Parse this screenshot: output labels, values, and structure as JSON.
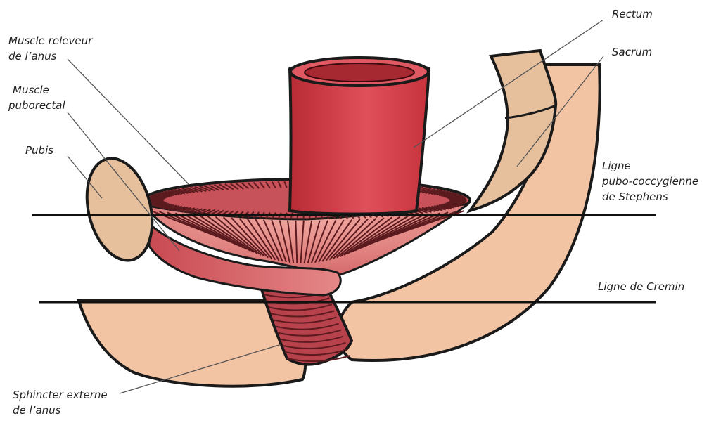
{
  "labels": {
    "rectum": "Rectum",
    "sacrum": "Sacrum",
    "releveur_l1": "Muscle releveur",
    "releveur_l2": "de l’anus",
    "puborectal_l1": "Muscle",
    "puborectal_l2": "puborectal",
    "pubis": "Pubis",
    "stephens_l1": "Ligne",
    "stephens_l2": "pubo-coccygienne",
    "stephens_l3": "de Stephens",
    "cremin": "Ligne de Cremin",
    "sphincter_l1": "Sphincter externe",
    "sphincter_l2": "de l’anus"
  },
  "colors": {
    "skin": "#f3c4a4",
    "bone": "#e6bf9c",
    "rectum": "#d83a44",
    "muscle": "#c8525a",
    "sphincter": "#b8424c",
    "outline": "#1a1a1a"
  }
}
